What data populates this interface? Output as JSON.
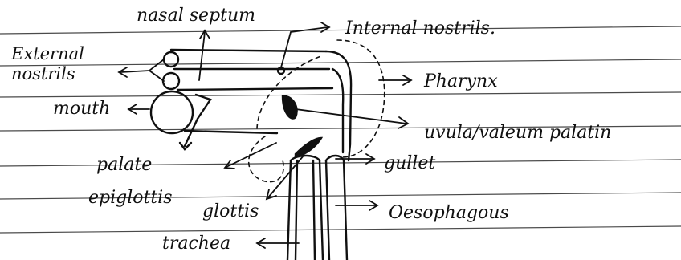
{
  "labels": {
    "nasal_septum": "nasal septum",
    "internal_nostrils": "Internal nostrils.",
    "external_nostrils_line1": "External",
    "external_nostrils_line2": "nostrils",
    "pharynx": "Pharynx",
    "mouth": "mouth",
    "uvula": "uvula/valeum palatin",
    "palate": "palate",
    "gullet": "gullet",
    "epiglottis": "epiglottis",
    "glottis": "glottis",
    "oesophagous": "Oesophagous",
    "trachea": "trachea"
  },
  "colors": {
    "ink": "#101010",
    "paper": "#ffffff",
    "ruled_line": "#4a4a4a"
  }
}
